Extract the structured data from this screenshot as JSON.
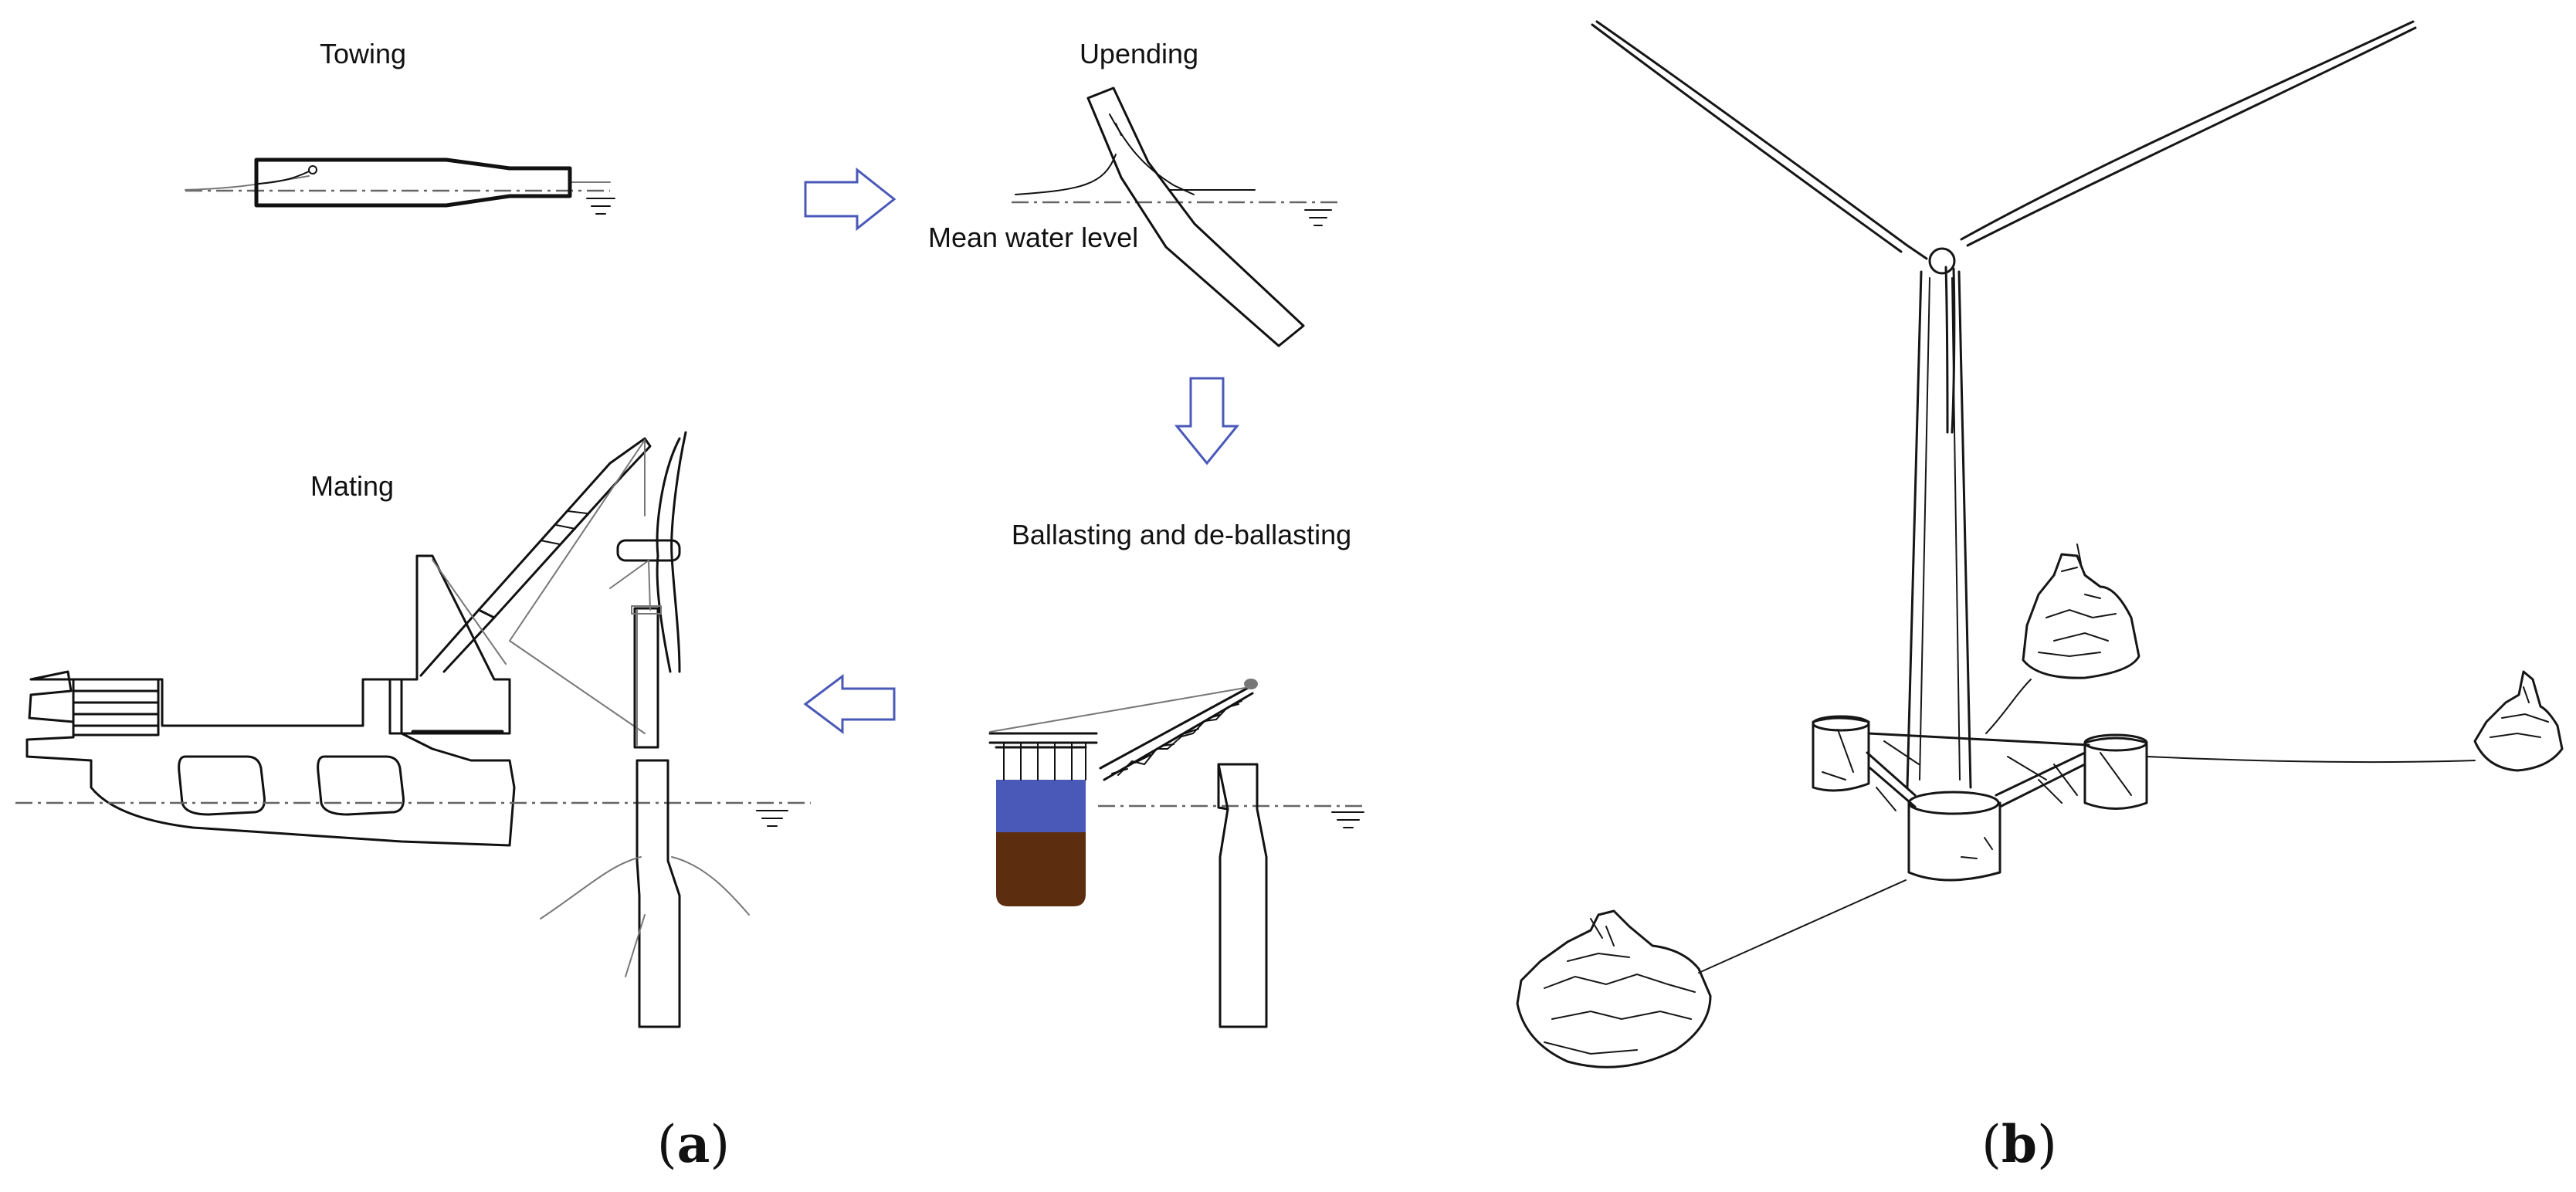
{
  "panel_a": {
    "steps": {
      "towing": "Towing",
      "upending": "Upending",
      "ballasting": "Ballasting and de-ballasting",
      "mating": "Mating"
    },
    "annotation_mean_water_level": "Mean water level",
    "caption": {
      "open": "(",
      "letter": "a",
      "close": ")"
    }
  },
  "panel_b": {
    "caption": {
      "open": "(",
      "letter": "b",
      "close": ")"
    }
  },
  "colors": {
    "flow_arrow": "#4a59b8",
    "ballast_water": "#4a59b8",
    "ballast_solid": "#5c2d0f",
    "line_art": "#111111"
  }
}
